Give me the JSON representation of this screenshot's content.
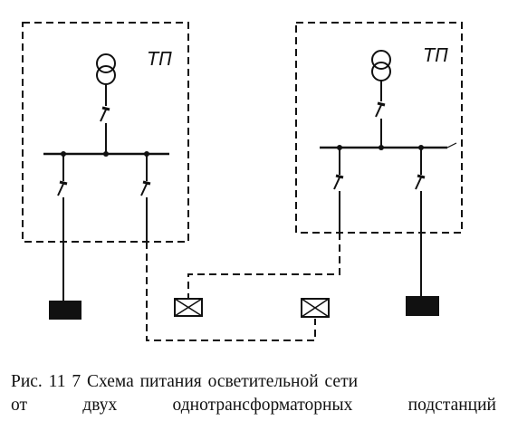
{
  "diagram": {
    "substations": [
      {
        "label": "ТП"
      },
      {
        "label": "ТП"
      }
    ]
  },
  "caption": {
    "line1": "Рис. 11 7  Схема питания осветительной сети",
    "line2": "от двух однотрансформаторных подстанций"
  }
}
